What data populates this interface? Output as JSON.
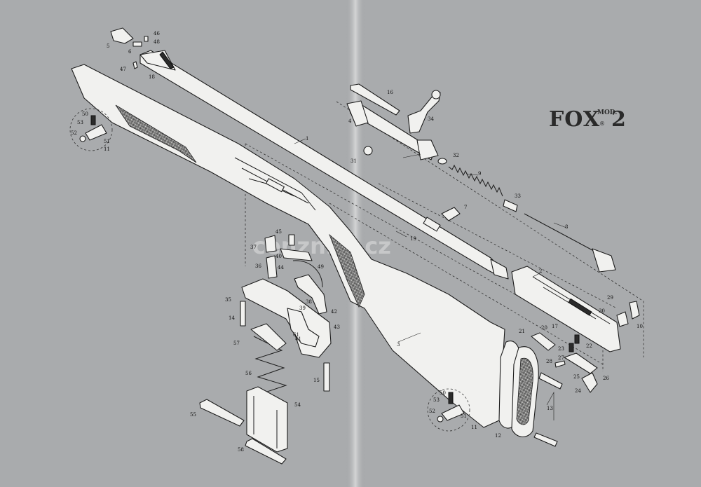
{
  "title": {
    "brand": "FOX",
    "mod": "MOD.",
    "registered": "®",
    "model_number": "2"
  },
  "watermark": "cenzniki.cz",
  "part_labels": {
    "p1": "1",
    "p2": "2",
    "p3": "3",
    "p4": "4",
    "p5": "5",
    "p6": "6",
    "p7": "7",
    "p8": "8",
    "p9": "9",
    "p10": "10",
    "p11a": "11",
    "p11b": "11",
    "p12": "12",
    "p13": "13",
    "p14": "14",
    "p15": "15",
    "p16": "16",
    "p17": "17",
    "p18": "18",
    "p19": "19",
    "p20": "20",
    "p21": "21",
    "p22": "22",
    "p23": "23",
    "p24": "24",
    "p25": "25",
    "p26": "26",
    "p27": "27",
    "p28": "28",
    "p29": "29",
    "p30": "30",
    "p31": "31",
    "p32": "32",
    "p33": "33",
    "p34": "34",
    "p35": "35",
    "p36": "36",
    "p37": "37",
    "p38": "38",
    "p39": "39",
    "p40": "40",
    "p41": "41",
    "p42": "42",
    "p43": "43",
    "p44": "44",
    "p45": "45",
    "p46": "46",
    "p47": "47",
    "p48": "48",
    "p49": "49",
    "p50a": "50",
    "p51a": "51",
    "p52a": "52",
    "p53a": "53",
    "p50b": "50",
    "p51b": "51",
    "p52b": "52",
    "p53b": "53",
    "p54": "54",
    "p55": "55",
    "p56": "56",
    "p57": "57",
    "p58": "58",
    "p61": "61"
  }
}
